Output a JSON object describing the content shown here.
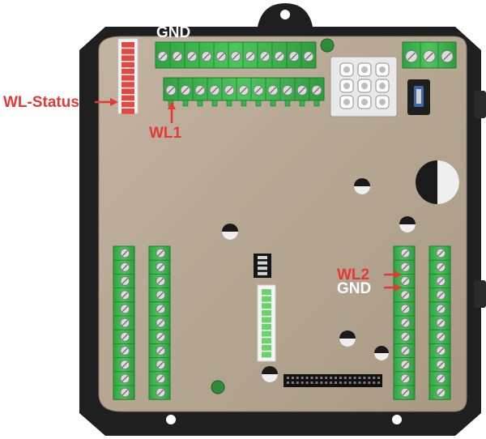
{
  "labels": {
    "gnd_top": "GND",
    "wl_status": "WL-Status",
    "wl1": "WL1",
    "wl2": "WL2",
    "gnd_right": "GND"
  },
  "colors": {
    "annotation_red": "#e53935",
    "annotation_white": "#ffffff",
    "board": "#b6a794",
    "enclosure": "#1f1f1f",
    "terminal_green": "#39b54a",
    "led_red": "#e8473f"
  },
  "components": {
    "led_bar_top_segments": 11,
    "led_bar_center_segments": 10,
    "dip_switch_positions": 4,
    "pin_header_columns": 20
  }
}
